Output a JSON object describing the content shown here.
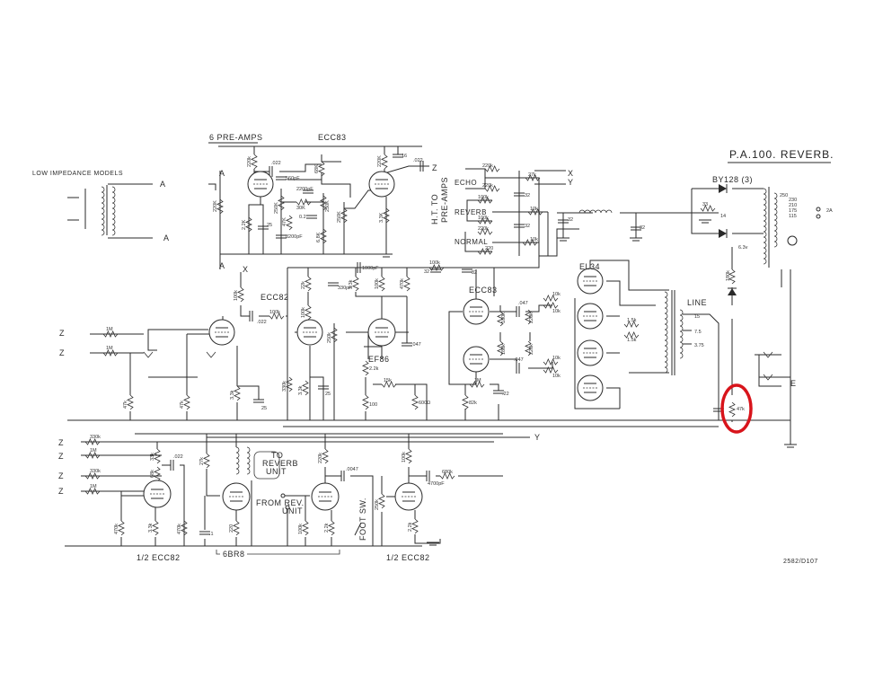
{
  "title": "P.A.100.  REVERB.",
  "drawing_number": "2582/D107",
  "section_labels": {
    "low_impedance": "LOW  IMPEDANCE  MODELS",
    "pre_amps": "6  PRE-AMPS",
    "pre_amp_tube": "ECC83",
    "ht_to": "H.T. TO",
    "pre_amps_v": "PRE-AMPS",
    "echo": "ECHO",
    "reverb": "REVERB",
    "normal": "NORMAL",
    "ecc82": "ECC82",
    "ef86": "EF86",
    "ecc83": "ECC83",
    "el34": "EL34",
    "line": "LINE",
    "rectifier": "BY128 (3)",
    "half_ecc82_left": "1/2  ECC82",
    "half_ecc82_right": "1/2  ECC82",
    "tube_6br8": "6BR8",
    "to_reverb_1": "TO",
    "to_reverb_2": "REVERB",
    "to_reverb_3": "UNIT",
    "from_rev_1": "FROM  REV.",
    "from_rev_2": "UNIT",
    "foot_sw": "FOOT SW.",
    "heater": "6.3v",
    "fuse": "2A"
  },
  "nodes": {
    "A": "A",
    "X": "X",
    "Y": "Y",
    "Z": "Z",
    "E": "E"
  },
  "taps": {
    "t15": "15",
    "t75": "7.5",
    "t375": "3.75",
    "mains_250": "250",
    "mains_230": "230",
    "mains_210": "210",
    "mains_175": "175",
    "mains_115": "115",
    "sw14": "14"
  },
  "values": {
    "p1": "220k",
    "p2": ".022",
    "p3": "560pF",
    "p4": "68K",
    "p5": "2200pF",
    "p6": "250K",
    "p7": "30K",
    "p8": "0.2",
    "p9": "47K",
    "p10": "8200pF",
    "p11": "220K",
    "p12": "2.2K",
    "p13": "25",
    "p14": "6.8K",
    "p15": "250K",
    "p16": "250K",
    "p17": "220K",
    "p18": "16",
    "p19": ".022",
    "p20": "3.3K",
    "m1": "220k",
    "m2": "220k",
    "m3": "100k",
    "m4": "100k",
    "m5": "220k",
    "m6": "220",
    "m7": "27k",
    "m8": "32",
    "m9": "10k",
    "m10": "32",
    "m11": "10k",
    "m12": "32",
    "m13": "32",
    "m14": "100k",
    "m15": "32",
    "m16": "32",
    "a1": "100k",
    "a2": ".022",
    "a3": "100k",
    "a4": "22k",
    "a5": "330pF",
    "a6": "100k",
    "a7": "250k",
    "a8": "1000pF",
    "a9": "3.3k",
    "a10": "100k",
    "a11": "470k",
    "a12": ".047",
    "a13": "2.2k",
    "a14": "15k",
    "a15": "100",
    "a16": "600Ω",
    "a17": "1M",
    "a18": "1M",
    "a19": "47k",
    "a20": "47k",
    "a21": "3.3k",
    "a22": "25",
    "a23": "330k",
    "a24": "3.3k",
    "a25": "25",
    "e1": ".047",
    "e2": "180k",
    "e3": "180k",
    "e4": "220k",
    "e5": ".047",
    "e6": "220k",
    "e7": "1M",
    "e8": ".22",
    "e9": "82k",
    "o1": "10k",
    "o2": "10k",
    "o3": "10k",
    "o4": "10k",
    "o5": "1.5k",
    "o6": "1.5k",
    "s1": "33",
    "s2": "180k",
    "s3": "47k",
    "b1": "330k",
    "b2": "1M",
    "b3": "330k",
    "b4": "1M",
    "b5": "33k",
    "b6": "68k",
    "b7": ".022",
    "b8": "27k",
    "b9": "3.3k",
    "b10": "470k",
    "b11": "470k",
    "b12": ".1",
    "b13": "220",
    "b14": "100k",
    "b15": "2.2k",
    "b16": "220k",
    "b17": ".0047",
    "b18": "250k",
    "b19": "100k",
    "b20": "4700pF",
    "b21": "680k",
    "b22": "2.2k"
  },
  "colors": {
    "ink": "#2a2a2a",
    "highlight": "#d8141b",
    "paper": "#ffffff"
  }
}
